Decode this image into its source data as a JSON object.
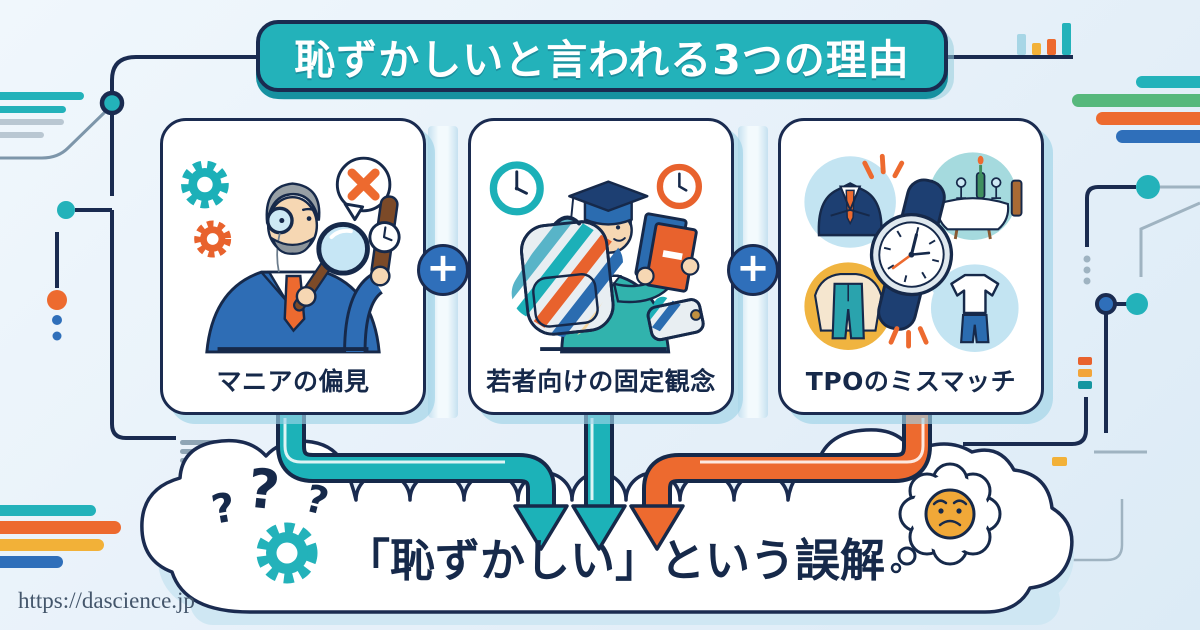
{
  "title": {
    "text": "恥ずかしいと言われる3つの理由"
  },
  "reasons": [
    {
      "label": "マニアの偏見",
      "illustration": "collector-with-monocle-magnifier-examining-watch",
      "icons": [
        "gear-icon",
        "gear-icon",
        "speech-bubble-x-icon",
        "magnifying-glass-icon",
        "wristwatch-icon"
      ]
    },
    {
      "label": "若者向けの固定観念",
      "illustration": "student-with-graduation-cap-colorful-backpack-books",
      "icons": [
        "clock-icon",
        "clock-icon",
        "graduation-cap-icon",
        "backpack-icon",
        "books-icon",
        "wallet-icon"
      ]
    },
    {
      "label": "TPOのミスマッチ",
      "illustration": "wristwatch-surrounded-by-dress-codes",
      "icons": [
        "suit-icon",
        "dinner-table-icon",
        "casual-outfit-icon",
        "tshirt-jeans-icon",
        "wristwatch-icon",
        "spark-icon"
      ]
    }
  ],
  "operators": {
    "plus": "+"
  },
  "conclusion": {
    "text": "「恥ずかしい」という誤解",
    "question_marks": [
      "?",
      "?",
      "?"
    ],
    "icons": [
      "gear-icon",
      "thought-bubble-worried-face-icon"
    ]
  },
  "footer": {
    "url": "https://dascience.jp"
  },
  "colors": {
    "background": "#e9f2fa",
    "outline_navy": "#1a2b50",
    "teal": "#23b2ba",
    "orange": "#ed6a2f",
    "yellow": "#f2b138",
    "green": "#56b87c",
    "blue": "#2f6fba",
    "light_blue": "#cfe7f3"
  }
}
